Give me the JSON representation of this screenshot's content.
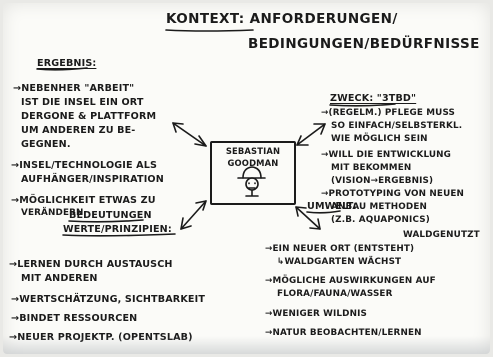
{
  "title": {
    "line1": "Kontext: Anforderungen/",
    "line2": "Bedingungen/Bedürfnisse"
  },
  "left": {
    "ergebnis_heading": "Ergebnis:",
    "ergebnis_lines": [
      "→Nebenher \"Arbeit\"",
      "ist die Insel ein Ort",
      "Dergone & Plattform",
      "um anderen zu Be-",
      "gegnen."
    ],
    "insel_lines": [
      "→Insel/Technologie als",
      "Aufhänger/Inspiration"
    ],
    "moeglichkeit_lines": [
      "→Möglichkeit etwas zu",
      "verändern"
    ],
    "bedeutungen_lines": [
      "Bedeutungen",
      "Werte/Prinzipien:"
    ],
    "werte_items": [
      "→Lernen durch Austausch",
      "mit Anderen",
      "→Wertschätzung, Sichtbarkeit",
      "→Bindet Ressourcen",
      "→Neuer Projektp. (Opentslab)"
    ]
  },
  "center": {
    "name_line1": "Sebastian",
    "name_line2": "Goodman"
  },
  "right": {
    "zweck_heading": "Zweck: \"3TBD\"",
    "zweck_items": [
      "→(Regelm.) Pflege muss",
      "so einfach/selbsterkl.",
      "wie möglich sein",
      "→Will die Entwicklung",
      "mit bekommen",
      "(Vision→Ergebnis)",
      "→Prototyping von neuen",
      "Anbau Methoden",
      "(z.B. Aquaponics)"
    ],
    "umwelt_heading": "Umwelt:",
    "waldgenutzt": "Waldgenutzt",
    "umwelt_items": [
      "→Ein neuer Ort (entsteht)",
      "↳Waldgarten wächst",
      "→Mögliche Auswirkungen auf",
      "Flora/Fauna/Wasser",
      "→Weniger Wildnis",
      "→Natur beobachten/lernen"
    ]
  }
}
